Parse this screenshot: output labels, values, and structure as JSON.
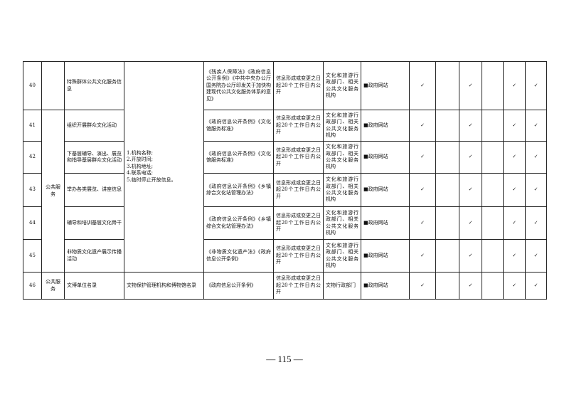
{
  "page_number": "— 115 —",
  "check_mark": "✓",
  "common": {
    "merged_info_lines": [
      "1.机构名称;",
      "2.开放时间;",
      "3.机构地址;",
      "4.联系电话;",
      "5.临时停止开放信息。"
    ],
    "merged_category": "公共服务"
  },
  "rows": [
    {
      "no": "40",
      "category": "",
      "item": "特殊群体公共文化服务信息",
      "basis": "《残疾人保障法》《政府信息公开条例》《中共中央办公厅 国务院办公厅印发关于加快构建现代公共文化服务体系的意见》",
      "time": "信息形成或变更之日起20个工作日内公开",
      "subject": "文化和旅游行政部门、相关公共文化服务机构",
      "channel": "■政府网站"
    },
    {
      "no": "41",
      "item": "组织开展群众文化活动",
      "basis": "《政府信息公开条例》《文化馆服务标准》",
      "time": "信息形成或变更之日起20个工作日内公开",
      "subject": "文化和旅游行政部门、相关公共文化服务机构",
      "channel": "■政府网站"
    },
    {
      "no": "42",
      "item": "下基层辅导、演出、展览和指导基层群众文化活动",
      "basis": "《政府信息公开条例》《文化馆服务标准》",
      "time": "信息形成或变更之日起20个工作日内公开",
      "subject": "文化和旅游行政部门、相关公共文化服务机构",
      "channel": "■政府网站"
    },
    {
      "no": "43",
      "item": "举办各类展览、讲座信息",
      "basis": "《政府信息公开条例》《乡镇综合文化站管理办法》",
      "time": "信息形成或变更之日起20个工作日内公开",
      "subject": "文化和旅游行政部门、相关公共文化服务机构",
      "channel": "■政府网站"
    },
    {
      "no": "44",
      "item": "辅导和培训基层文化骨干",
      "basis": "《政府信息公开条例》《乡镇综合文化站管理办法》",
      "time": "信息形成或变更之日起20个工作日内公开",
      "subject": "文化和旅游行政部门、相关公共文化服务机构",
      "channel": "■政府网站"
    },
    {
      "no": "45",
      "item": "非物质文化遗产展示传播活动",
      "basis": "《非物质文化遗产法》《政府信息公开条例》",
      "time": "信息形成或变更之日起20个工作日内公开",
      "subject": "文化和旅游行政部门、相关公共文化服务机构",
      "channel": "■政府网站"
    },
    {
      "no": "46",
      "category": "公共服务",
      "item": "文博单位名录",
      "info": "文物保护管理机构和博物馆名录",
      "basis": "《政府信息公开条例》",
      "time": "信息形成或变更之日起20个工作日内公开",
      "subject": "文物行政部门",
      "channel": "■政府网站"
    }
  ]
}
